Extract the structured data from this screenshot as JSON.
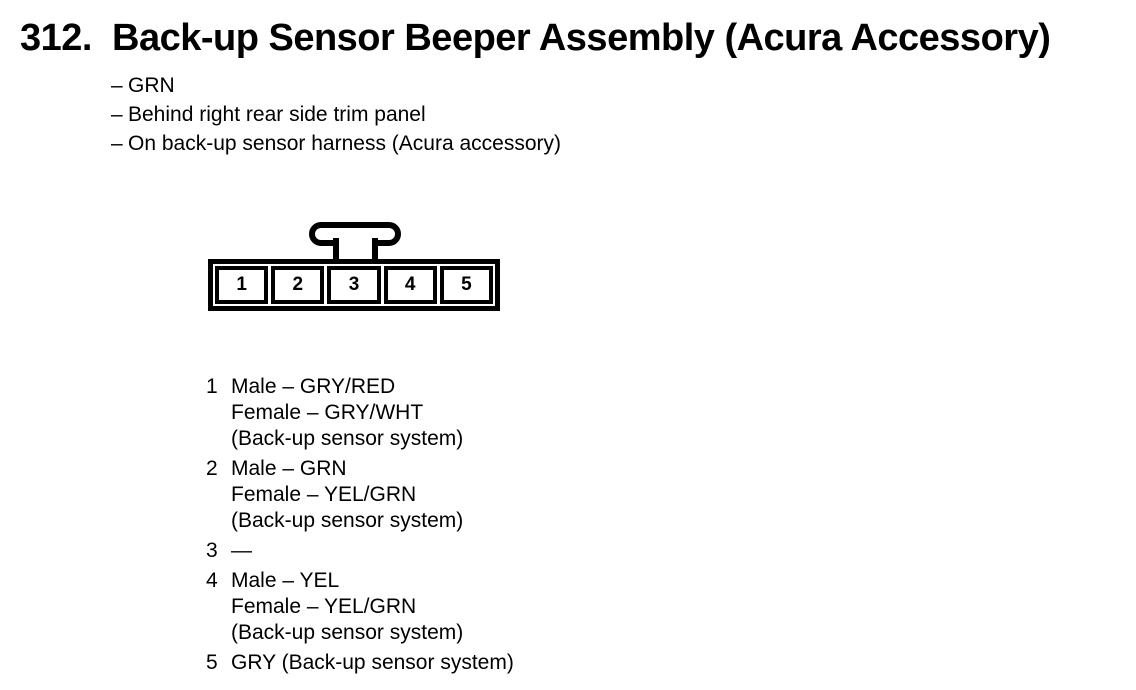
{
  "colors": {
    "ink": "#000000",
    "paper": "#ffffff"
  },
  "header": {
    "section_number": "312.",
    "title": "Back-up Sensor Beeper Assembly (Acura Accessory)"
  },
  "notes": {
    "bullet": "–",
    "items": [
      "GRN",
      "Behind right rear side trim panel",
      "On back-up sensor harness (Acura accessory)"
    ]
  },
  "connector": {
    "pin_labels": [
      "1",
      "2",
      "3",
      "4",
      "5"
    ]
  },
  "pin_details": [
    {
      "pin": "1",
      "lines": [
        "Male – GRY/RED",
        "Female – GRY/WHT",
        "(Back-up sensor system)"
      ]
    },
    {
      "pin": "2",
      "lines": [
        "Male – GRN",
        "Female – YEL/GRN",
        "(Back-up sensor system)"
      ]
    },
    {
      "pin": "3",
      "lines": [
        "—"
      ]
    },
    {
      "pin": "4",
      "lines": [
        "Male – YEL",
        "Female – YEL/GRN",
        "(Back-up sensor system)"
      ]
    },
    {
      "pin": "5",
      "lines": [
        "GRY (Back-up sensor system)"
      ]
    }
  ]
}
